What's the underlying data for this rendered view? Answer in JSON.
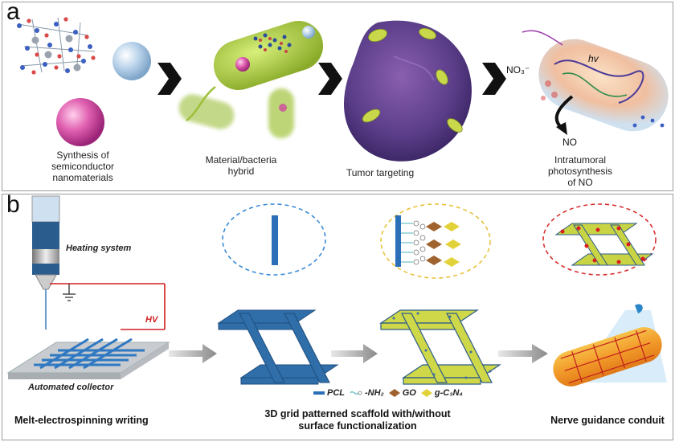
{
  "panel_a": {
    "label": "a",
    "steps": [
      {
        "caption": "Synthesis of\nsemiconductor\nnanomaterials"
      },
      {
        "caption": "Material/bacteria\nhybrid"
      },
      {
        "caption": "Tumor targeting"
      },
      {
        "caption": "Intratumoral\nphotosynthesis\nof NO"
      }
    ],
    "labels": {
      "nitrate": "NO₃⁻",
      "light": "hv",
      "no": "NO"
    }
  },
  "panel_b": {
    "label": "b",
    "device": {
      "heating": "Heating system",
      "hv": "HV",
      "collector": "Automated collector"
    },
    "captions": {
      "mew": "Melt-electrospinning writing",
      "scaffold": "3D grid patterned scaffold with/without\nsurface functionalization",
      "conduit": "Nerve guidance conduit"
    },
    "legend": [
      {
        "label": "PCL",
        "color": "#2a6fb8",
        "icon": "bar"
      },
      {
        "label": "-NH₂",
        "color": "#6cc0c8",
        "icon": "squiggle"
      },
      {
        "label": "GO",
        "color": "#a0622e",
        "icon": "diamond"
      },
      {
        "label": "g-C₃N₄",
        "color": "#e2d23a",
        "icon": "star"
      }
    ]
  }
}
